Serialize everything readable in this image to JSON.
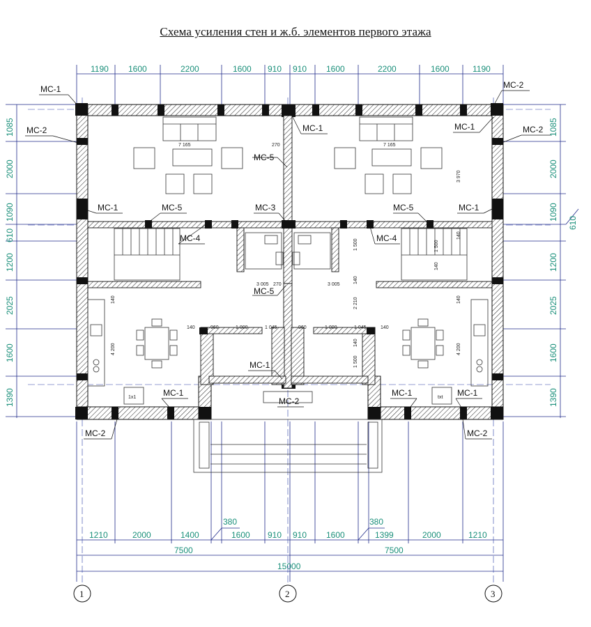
{
  "title": "Схема усиления стен и ж.б. элементов первого этажа",
  "dims_top": [
    "1190",
    "1600",
    "2200",
    "1600",
    "910",
    "910",
    "1600",
    "2200",
    "1600",
    "1190"
  ],
  "dims_bottom": [
    "1210",
    "2000",
    "1400",
    "1600",
    "910",
    "910",
    "1600",
    "1399",
    "2000",
    "1210"
  ],
  "dims_bottom_extra": [
    "380",
    "380"
  ],
  "dims_overall": [
    "7500",
    "7500",
    "15000"
  ],
  "dims_left": [
    "1085",
    "2000",
    "1090",
    "610",
    "1200",
    "2025",
    "1600",
    "1390"
  ],
  "dims_right": [
    "1085",
    "2000",
    "1090",
    "1200",
    "2025",
    "1600",
    "1390"
  ],
  "dim_right_extra": "610",
  "axes": [
    "1",
    "2",
    "3"
  ],
  "inner_dims": [
    "7 165",
    "7 165",
    "270",
    "270",
    "3 970",
    "3 005",
    "3 005",
    "140",
    "140",
    "140",
    "140",
    "140",
    "140",
    "4 200",
    "4 200",
    "960",
    "1 000",
    "1 045",
    "960",
    "1 000",
    "1 045",
    "2 210",
    "1 500",
    "1 500",
    "1 500",
    "140",
    "140"
  ],
  "tags": {
    "ms1": "МС-1",
    "ms2": "МС-2",
    "ms3": "МС-3",
    "ms4": "МС-4",
    "ms5": "МС-5"
  },
  "fixture_label": "1x1",
  "fixture_label2": "txt"
}
